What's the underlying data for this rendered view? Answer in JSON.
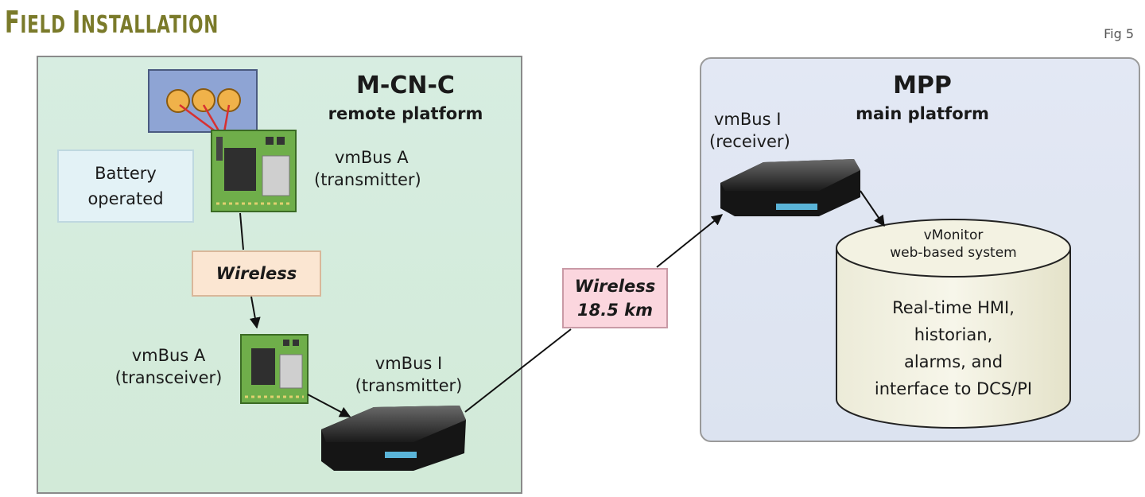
{
  "title": {
    "first_letter": "F",
    "rest_first": "IELD ",
    "second_first": "I",
    "rest_second": "NSTALLATION"
  },
  "figure_label": "Fig 5",
  "remote": {
    "heading": "M-CN-C",
    "subheading": "remote platform",
    "battery_line1": "Battery",
    "battery_line2": "operated",
    "transmitter_line1": "vmBus A",
    "transmitter_line2": "(transmitter)",
    "wireless": "Wireless",
    "transceiver_line1": "vmBus A",
    "transceiver_line2": "(transceiver)",
    "vmbus_i_line1": "vmBus I",
    "vmbus_i_line2": "(transmitter)"
  },
  "link": {
    "line1": "Wireless",
    "line2": "18.5 km"
  },
  "main": {
    "heading": "MPP",
    "subheading": "main platform",
    "receiver_line1": "vmBus I",
    "receiver_line2": "(receiver)",
    "db_cap_line1": "vMonitor",
    "db_cap_line2": "web-based system",
    "db_line1": "Real-time HMI,",
    "db_line2": "historian,",
    "db_line3": "alarms, and",
    "db_line4": "interface to DCS/PI"
  },
  "colors": {
    "remote_panel": "#d4ebdc",
    "main_panel": "#e0e6f2",
    "wireless_box": "#fbe6d2",
    "wireless_link_box": "#fbd6de",
    "battery_box": "#e3f2f6",
    "circuit_board": "#6fae4a",
    "title": "#7a7a2a"
  },
  "icons": [
    "sensor-icon",
    "circuit-board-icon",
    "modem-icon",
    "database-cylinder-icon"
  ]
}
